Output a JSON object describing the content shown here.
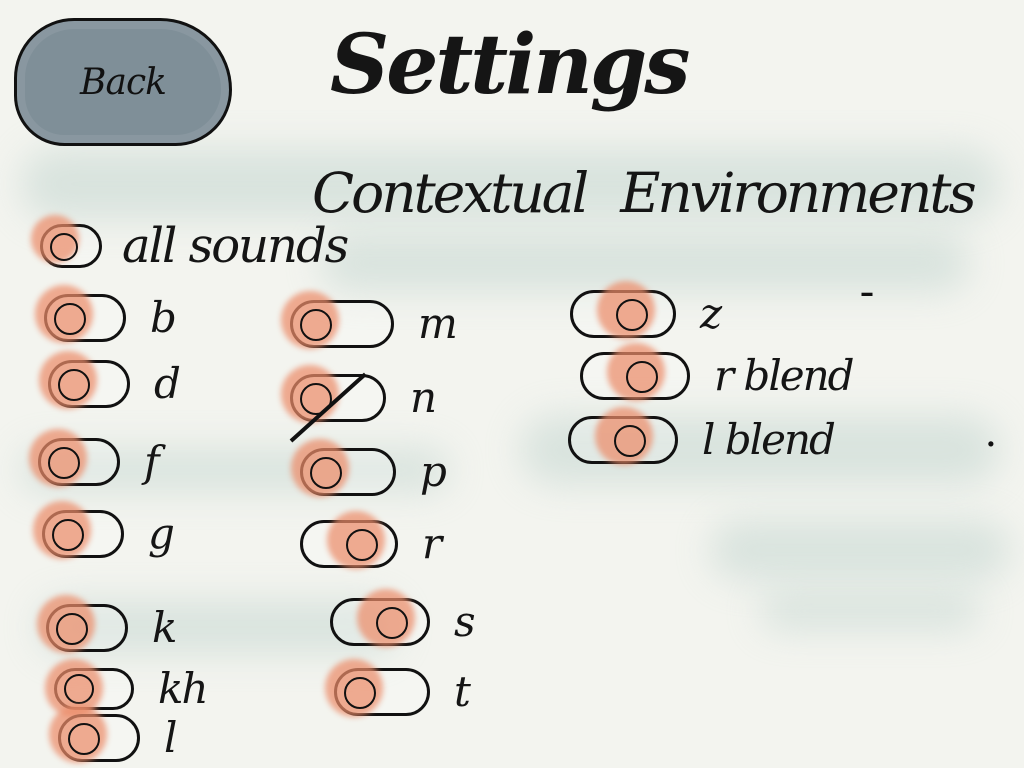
{
  "header": {
    "back_label": "Back",
    "title": "Settings",
    "subtitle_left": "Contextual",
    "subtitle_right": "Environments"
  },
  "options": {
    "all_sounds": "all sounds",
    "column_1": [
      "b",
      "d",
      "f",
      "g",
      "k",
      "kh",
      "l"
    ],
    "column_2": [
      "m",
      "n",
      "p",
      "r",
      "s",
      "t"
    ],
    "column_3": [
      "z",
      "r blend",
      "l blend"
    ]
  },
  "colors": {
    "background": "#f3f4ef",
    "ink": "#151515",
    "back_button": "#7f8f98",
    "toggle_highlight": "#ec8c69",
    "wash": "#b9cfc9"
  }
}
